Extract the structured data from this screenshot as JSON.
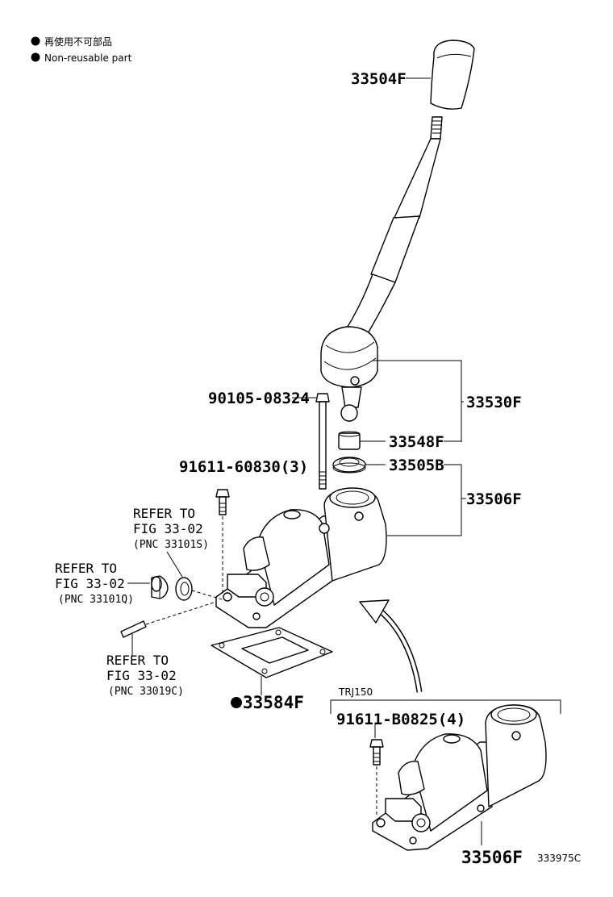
{
  "legend": {
    "ja": "再使用不可部品",
    "en": "Non-reusable part"
  },
  "parts": {
    "knob": "33504F",
    "lever": "33530F",
    "bolt_long": "90105-08324",
    "bushing": "33548F",
    "seal": "33505B",
    "housing": "33506F",
    "bolt_small": "91611-60830(3)",
    "gasket": "33584F",
    "bolt_trj": "91611-B0825(4)",
    "housing_trj": "33506F"
  },
  "refs": {
    "ref1": {
      "l1": "REFER TO",
      "l2": "FIG 33-02",
      "l3": "(PNC 33101S)"
    },
    "ref2": {
      "l1": "REFER TO",
      "l2": "FIG 33-02",
      "l3": "(PNC 33101Q)"
    },
    "ref3": {
      "l1": "REFER TO",
      "l2": "FIG 33-02",
      "l3": "(PNC 33019C)"
    }
  },
  "variant_label": "TRJ150",
  "diagram_id": "333975C"
}
